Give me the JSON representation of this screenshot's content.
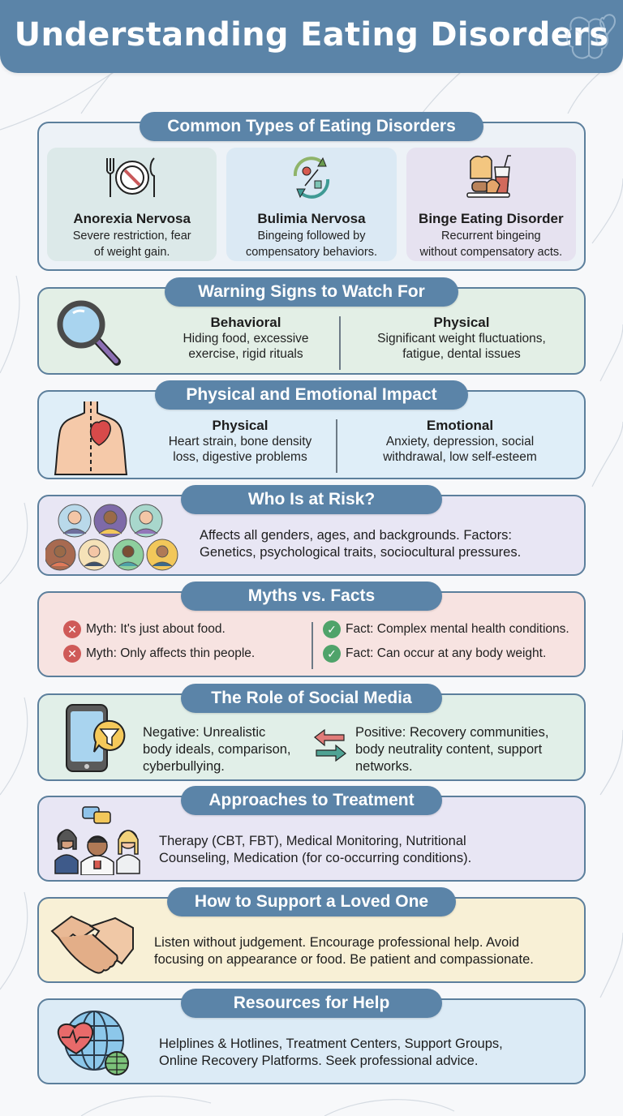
{
  "header": {
    "title": "Understanding Eating Disorders",
    "icon": "brain-heart-icon",
    "bg_color": "#5b84a8"
  },
  "colors": {
    "pill_bg": "#5b84a8",
    "panel_border": "#5c7f9c",
    "myth_red": "#cf5a58",
    "fact_green": "#4fa36a"
  },
  "sections": {
    "types": {
      "title": "Common Types of Eating Disorders",
      "cards": [
        {
          "icon": "plate-restriction-icon",
          "title": "Anorexia Nervosa",
          "line1": "Severe restriction, fear",
          "line2": "of weight gain.",
          "bg": "#dce9e9"
        },
        {
          "icon": "binge-purge-cycle-icon",
          "title": "Bulimia Nervosa",
          "line1": "Bingeing followed by",
          "line2": "compensatory behaviors.",
          "bg": "#dbe9f4"
        },
        {
          "icon": "fast-food-icon",
          "title": "Binge Eating Disorder",
          "line1": "Recurrent bingeing",
          "line2": "without compensatory acts.",
          "bg": "#e6e2f0"
        }
      ]
    },
    "warning": {
      "title": "Warning Signs to Watch For",
      "icon": "magnifying-glass-icon",
      "columns": [
        {
          "heading": "Behavioral",
          "line1": "Hiding food, excessive",
          "line2": "exercise, rigid rituals"
        },
        {
          "heading": "Physical",
          "line1": "Significant weight fluctuations,",
          "line2": "fatigue, dental issues"
        }
      ]
    },
    "impact": {
      "title": "Physical and Emotional Impact",
      "icon": "torso-heart-icon",
      "columns": [
        {
          "heading": "Physical",
          "line1": "Heart strain, bone density",
          "line2": "loss, digestive problems"
        },
        {
          "heading": "Emotional",
          "line1": "Anxiety, depression, social",
          "line2": "withdrawal, low self-esteem"
        }
      ]
    },
    "risk": {
      "title": "Who Is at Risk?",
      "icon": "diverse-people-icon",
      "line1": "Affects all genders, ages, and backgrounds. Factors:",
      "line2": "Genetics, psychological traits, sociocultural pressures."
    },
    "myths": {
      "title": "Myths vs. Facts",
      "myths": [
        "Myth: It's just about food.",
        "Myth: Only affects thin people."
      ],
      "facts": [
        "Fact: Complex mental health conditions.",
        "Fact: Can occur at any body weight."
      ],
      "myth_icon_glyph": "✕",
      "fact_icon_glyph": "✓"
    },
    "social": {
      "title": "The Role of Social Media",
      "icon": "smartphone-filter-icon",
      "negative": {
        "line1": "Negative: Unrealistic",
        "line2": "body ideals, comparison,",
        "line3": "cyberbullying."
      },
      "positive": {
        "line1": "Positive: Recovery communities,",
        "line2": "body neutrality content, support",
        "line3": "networks."
      }
    },
    "treatment": {
      "title": "Approaches to Treatment",
      "icon": "care-team-icon",
      "line1": "Therapy (CBT, FBT), Medical Monitoring, Nutritional",
      "line2": "Counseling, Medication (for co-occurring conditions)."
    },
    "support": {
      "title": "How to Support a Loved One",
      "icon": "handshake-icon",
      "line1": "Listen without judgement. Encourage professional help. Avoid",
      "line2": "focusing on appearance or food. Be patient and compassionate."
    },
    "resources": {
      "title": "Resources for Help",
      "icon": "globe-heart-icon",
      "line1": "Helplines & Hotlines, Treatment Centers, Support Groups,",
      "line2": "Online Recovery Platforms. Seek professional advice."
    }
  }
}
